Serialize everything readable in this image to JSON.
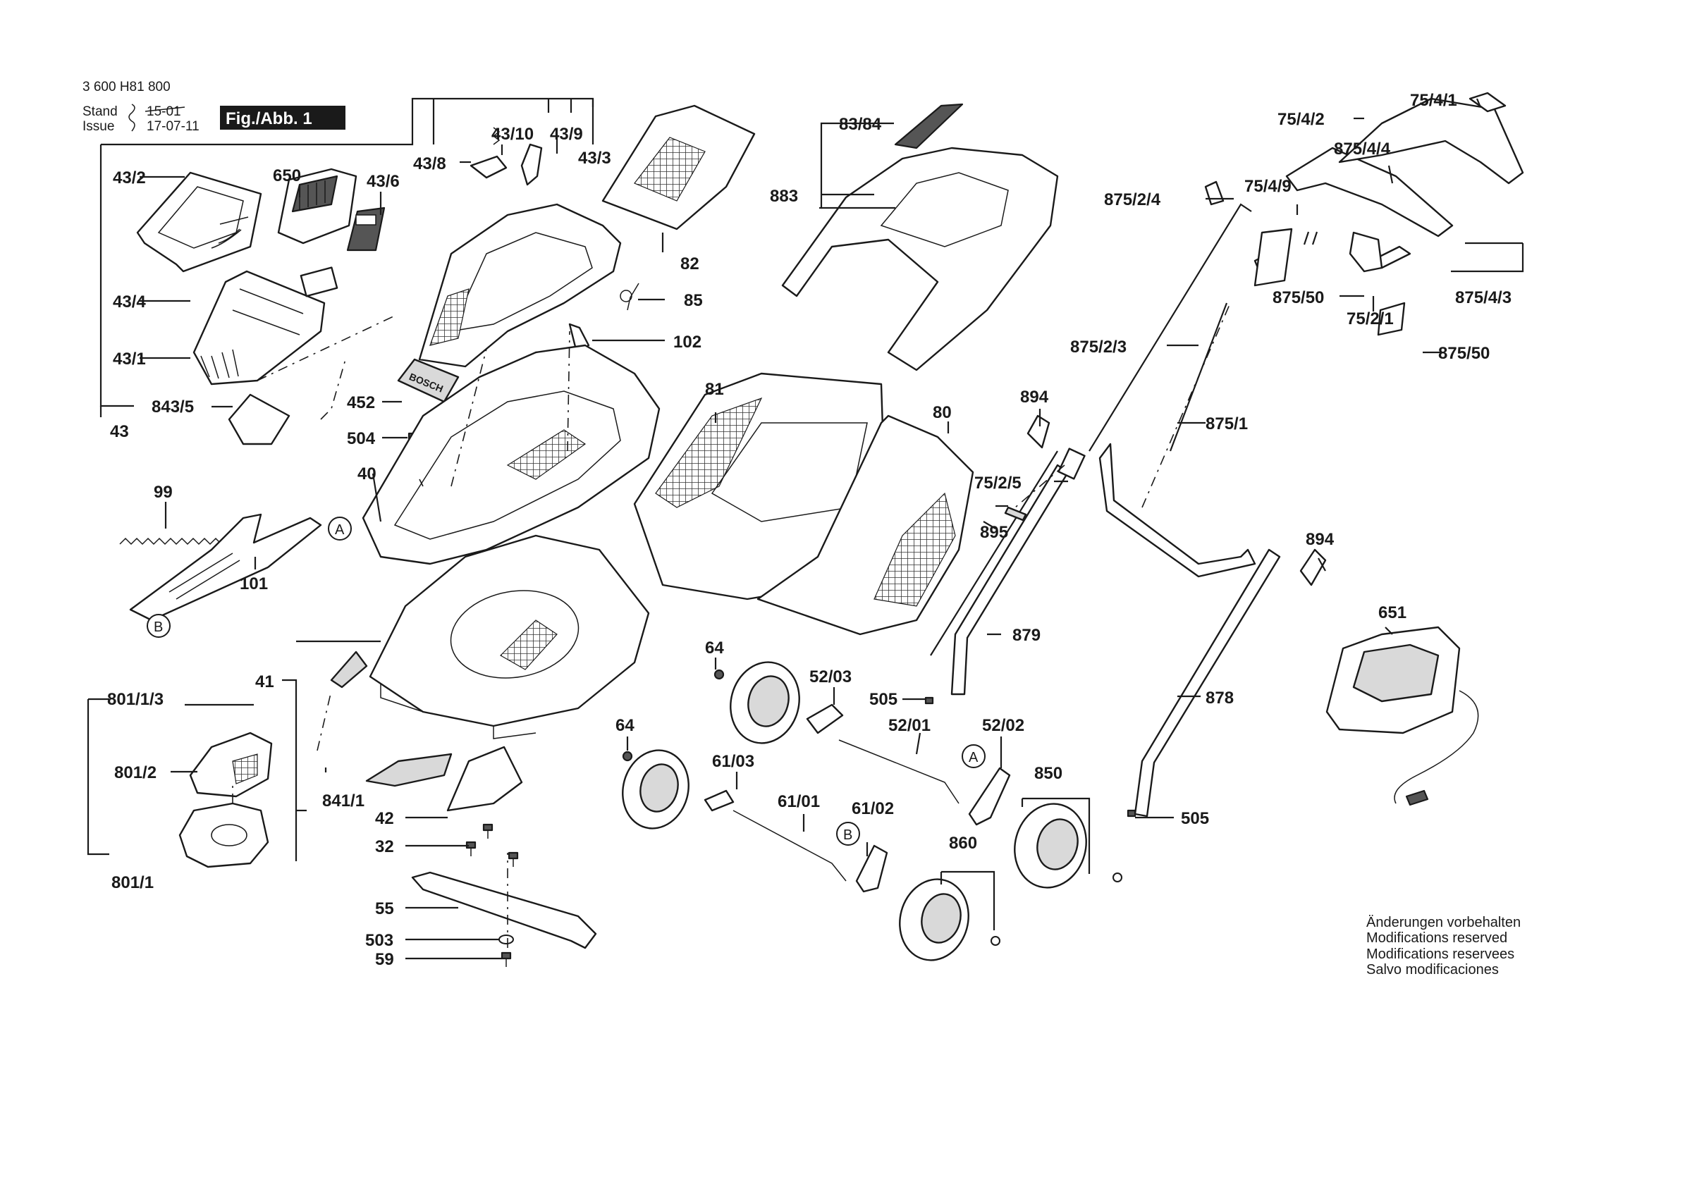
{
  "header": {
    "doc_number": "3 600 H81 800",
    "stand_label": "Stand",
    "stand_value": "15-01",
    "issue_label": "Issue",
    "issue_value": "17-07-11",
    "figure_label": "Fig./Abb. 1"
  },
  "labels": {
    "p43_2": "43/2",
    "p650": "650",
    "p43_6": "43/6",
    "p43_8": "43/8",
    "p43_10": "43/10",
    "p43_9": "43/9",
    "p43_3": "43/3",
    "p82": "82",
    "p85": "85",
    "p102": "102",
    "p43_4": "43/4",
    "p43_1": "43/1",
    "p843_5": "843/5",
    "p43": "43",
    "p452": "452",
    "p504": "504",
    "p40": "40",
    "p99": "99",
    "p101": "101",
    "p83_84": "83/84",
    "p883": "883",
    "p81": "81",
    "p80": "80",
    "p41": "41",
    "p801_1_3": "801/1/3",
    "p801_2": "801/2",
    "p841_1": "841/1",
    "p42": "42",
    "p32": "32",
    "p801_1": "801/1",
    "p55": "55",
    "p503": "503",
    "p59": "59",
    "p64_a": "64",
    "p64_b": "64",
    "p52_03": "52/03",
    "p52_01": "52/01",
    "p52_02": "52/02",
    "p505_a": "505",
    "p61_03": "61/03",
    "p61_01": "61/01",
    "p61_02": "61/02",
    "p850": "850",
    "p860": "860",
    "p894_a": "894",
    "p894_b": "894",
    "p75_2_5": "75/2/5",
    "p895": "895",
    "p879": "879",
    "p875_2_4": "875/2/4",
    "p875_2_3": "875/2/3",
    "p875_1": "875/1",
    "p878": "878",
    "p505_b": "505",
    "p651": "651",
    "p75_4_2": "75/4/2",
    "p75_4_1": "75/4/1",
    "p875_4_4": "875/4/4",
    "p75_4_9": "75/4/9",
    "p875_50_a": "875/50",
    "p75_2_1": "75/2/1",
    "p875_4_3": "875/4/3",
    "p875_50_b": "875/50"
  },
  "markers": {
    "a_top": "A",
    "b_left": "B",
    "a_lower": "A",
    "b_lower": "B"
  },
  "notice": {
    "de": "Änderungen vorbehalten",
    "en": "Modifications reserved",
    "fr": "Modifications reservees",
    "es": "Salvo modificaciones"
  },
  "brand": {
    "logo_text": "BOSCH"
  }
}
